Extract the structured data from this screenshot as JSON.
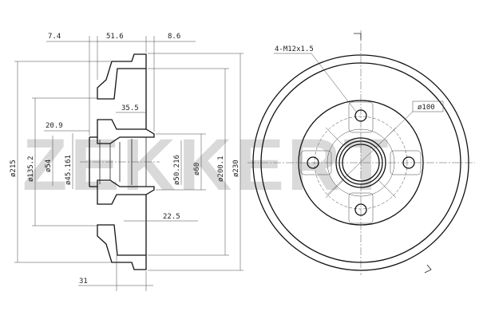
{
  "watermark": "ZEKKERT",
  "side_view": {
    "dims": {
      "d7_4": "7.4",
      "d51_6": "51.6",
      "d8_6": "8.6",
      "d35_5": "35.5",
      "d20_9": "20.9",
      "d22_5": "22.5",
      "d31": "31",
      "dia215": "ø215",
      "dia135_2": "ø135.2",
      "dia54": "ø54",
      "dia45_161": "ø45.161",
      "dia50_216": "ø50.216",
      "dia60": "ø60",
      "dia200_1": "ø200.1",
      "dia230": "ø230"
    }
  },
  "front_view": {
    "bolt_label": "4-M12x1.5",
    "pcd_label": "ø100"
  }
}
